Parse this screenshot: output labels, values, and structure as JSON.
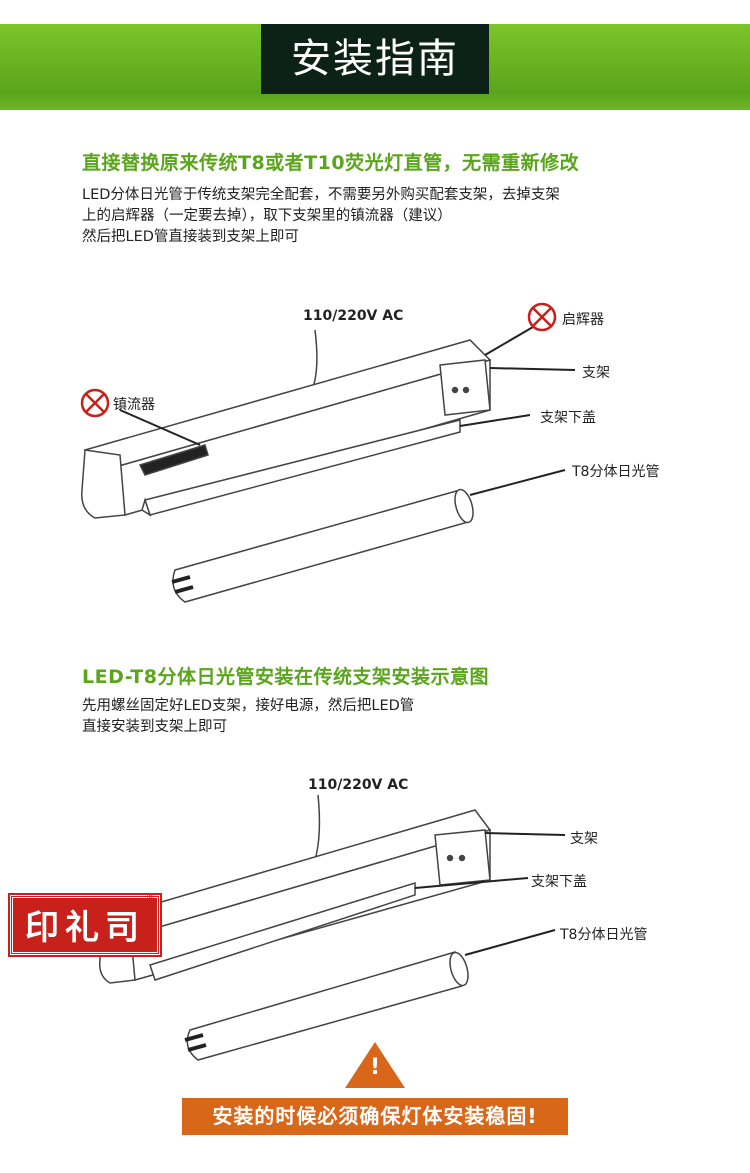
{
  "banner": {
    "title": "安装指南"
  },
  "section1": {
    "heading": "直接替换原来传统T8或者T10荧光灯直管，无需重新修改",
    "lines": [
      "LED分体日光管于传统支架完全配套，不需要另外购买配套支架，去掉支架",
      "上的启辉器（一定要去掉），取下支架里的镇流器（建议）",
      "然后把LED管直接装到支架上即可"
    ],
    "diagram": {
      "voltage": "110/220V AC",
      "starter": "启辉器",
      "bracket": "支架",
      "ballast": "镇流器",
      "cover": "支架下盖",
      "tube": "T8分体日光管"
    }
  },
  "section2": {
    "heading": "LED-T8分体日光管安装在传统支架安装示意图",
    "lines": [
      "先用螺丝固定好LED支架，接好电源，然后把LED管",
      "直接安装到支架上即可"
    ],
    "diagram": {
      "voltage": "110/220V AC",
      "bracket": "支架",
      "cover": "支架下盖",
      "tube": "T8分体日光管"
    }
  },
  "stamp": {
    "text": "印礼司",
    "mark": "®"
  },
  "warning": {
    "symbol": "!",
    "text": "安装的时候必须确保灯体安装稳固!"
  },
  "colors": {
    "green": "#5aa51b",
    "orange": "#d8671a",
    "red": "#c8201b"
  }
}
